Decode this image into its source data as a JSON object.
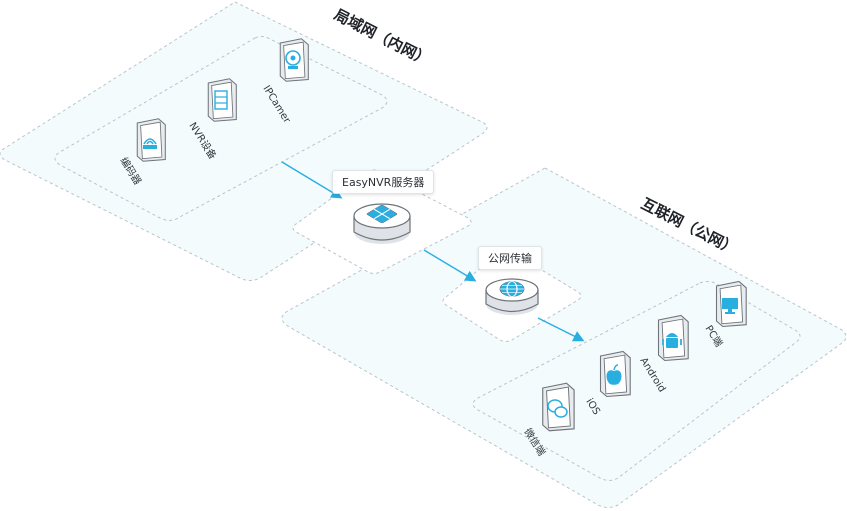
{
  "zones": {
    "lan_title": "局域网（内网）",
    "wan_title": "互联网（公网）"
  },
  "lan_devices": [
    {
      "label": "编码器",
      "icon": "encoder-icon"
    },
    {
      "label": "NVR设备",
      "icon": "nvr-icon"
    },
    {
      "label": "IPCamer",
      "icon": "camera-icon"
    }
  ],
  "nodes": {
    "server_label": "EasyNVR服务器",
    "transfer_label": "公网传输"
  },
  "clients": [
    {
      "label": "微信端",
      "icon": "wechat-icon"
    },
    {
      "label": "iOS",
      "icon": "apple-icon"
    },
    {
      "label": "Android",
      "icon": "android-icon"
    },
    {
      "label": "PC端",
      "icon": "monitor-icon"
    }
  ],
  "colors": {
    "zone_fill": "#f3fbfd",
    "zone_border": "#b9c3cc",
    "flow_arrow": "#29aee0",
    "device_frame": "#6e747a"
  }
}
